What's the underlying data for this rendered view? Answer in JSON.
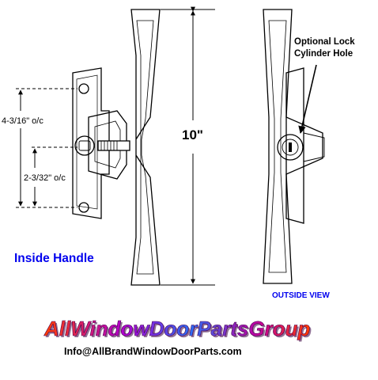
{
  "dimensions": {
    "overall_height": "10\"",
    "hole_spacing": "4-3/16\" o/c",
    "inner_spacing": "2-3/32\" o/c"
  },
  "callout": {
    "line1": "Optional Lock",
    "line2": "Cylinder Hole"
  },
  "labels": {
    "inside": "Inside Handle",
    "outside": "OUTSIDE VIEW"
  },
  "brand": {
    "name": "AllWindowDoorPartsGroup",
    "email": "Info@AllBrandWindowDoorParts.com",
    "colors": [
      "#ff4500",
      "#8a2be2",
      "#1e90ff",
      "#c71585"
    ]
  }
}
